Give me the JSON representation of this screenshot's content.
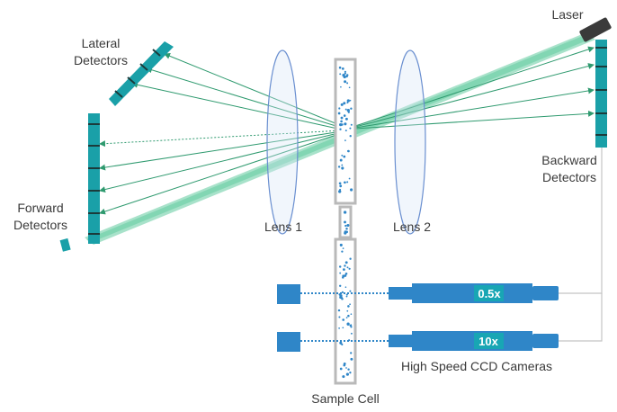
{
  "labels": {
    "laser": "Laser",
    "lateral_detectors": [
      "Lateral",
      "Detectors"
    ],
    "forward_detectors": [
      "Forward",
      "Detectors"
    ],
    "backward_detectors": [
      "Backward",
      "Detectors"
    ],
    "lens1": "Lens 1",
    "lens2": "Lens 2",
    "sample_cell": "Sample Cell",
    "cameras": "High Speed CCD Cameras",
    "mag_top": "0.5x",
    "mag_bottom": "10x"
  },
  "colors": {
    "beam": "#3dbf8a",
    "detector": "#1aa0a8",
    "camera": "#2f86c8",
    "camera_highlight": "#18a6b4",
    "lens": "#6a8fd0",
    "cell_outline": "#b9b9b9",
    "particle": "#2f86c8",
    "arrow": "#2f9a6f"
  }
}
